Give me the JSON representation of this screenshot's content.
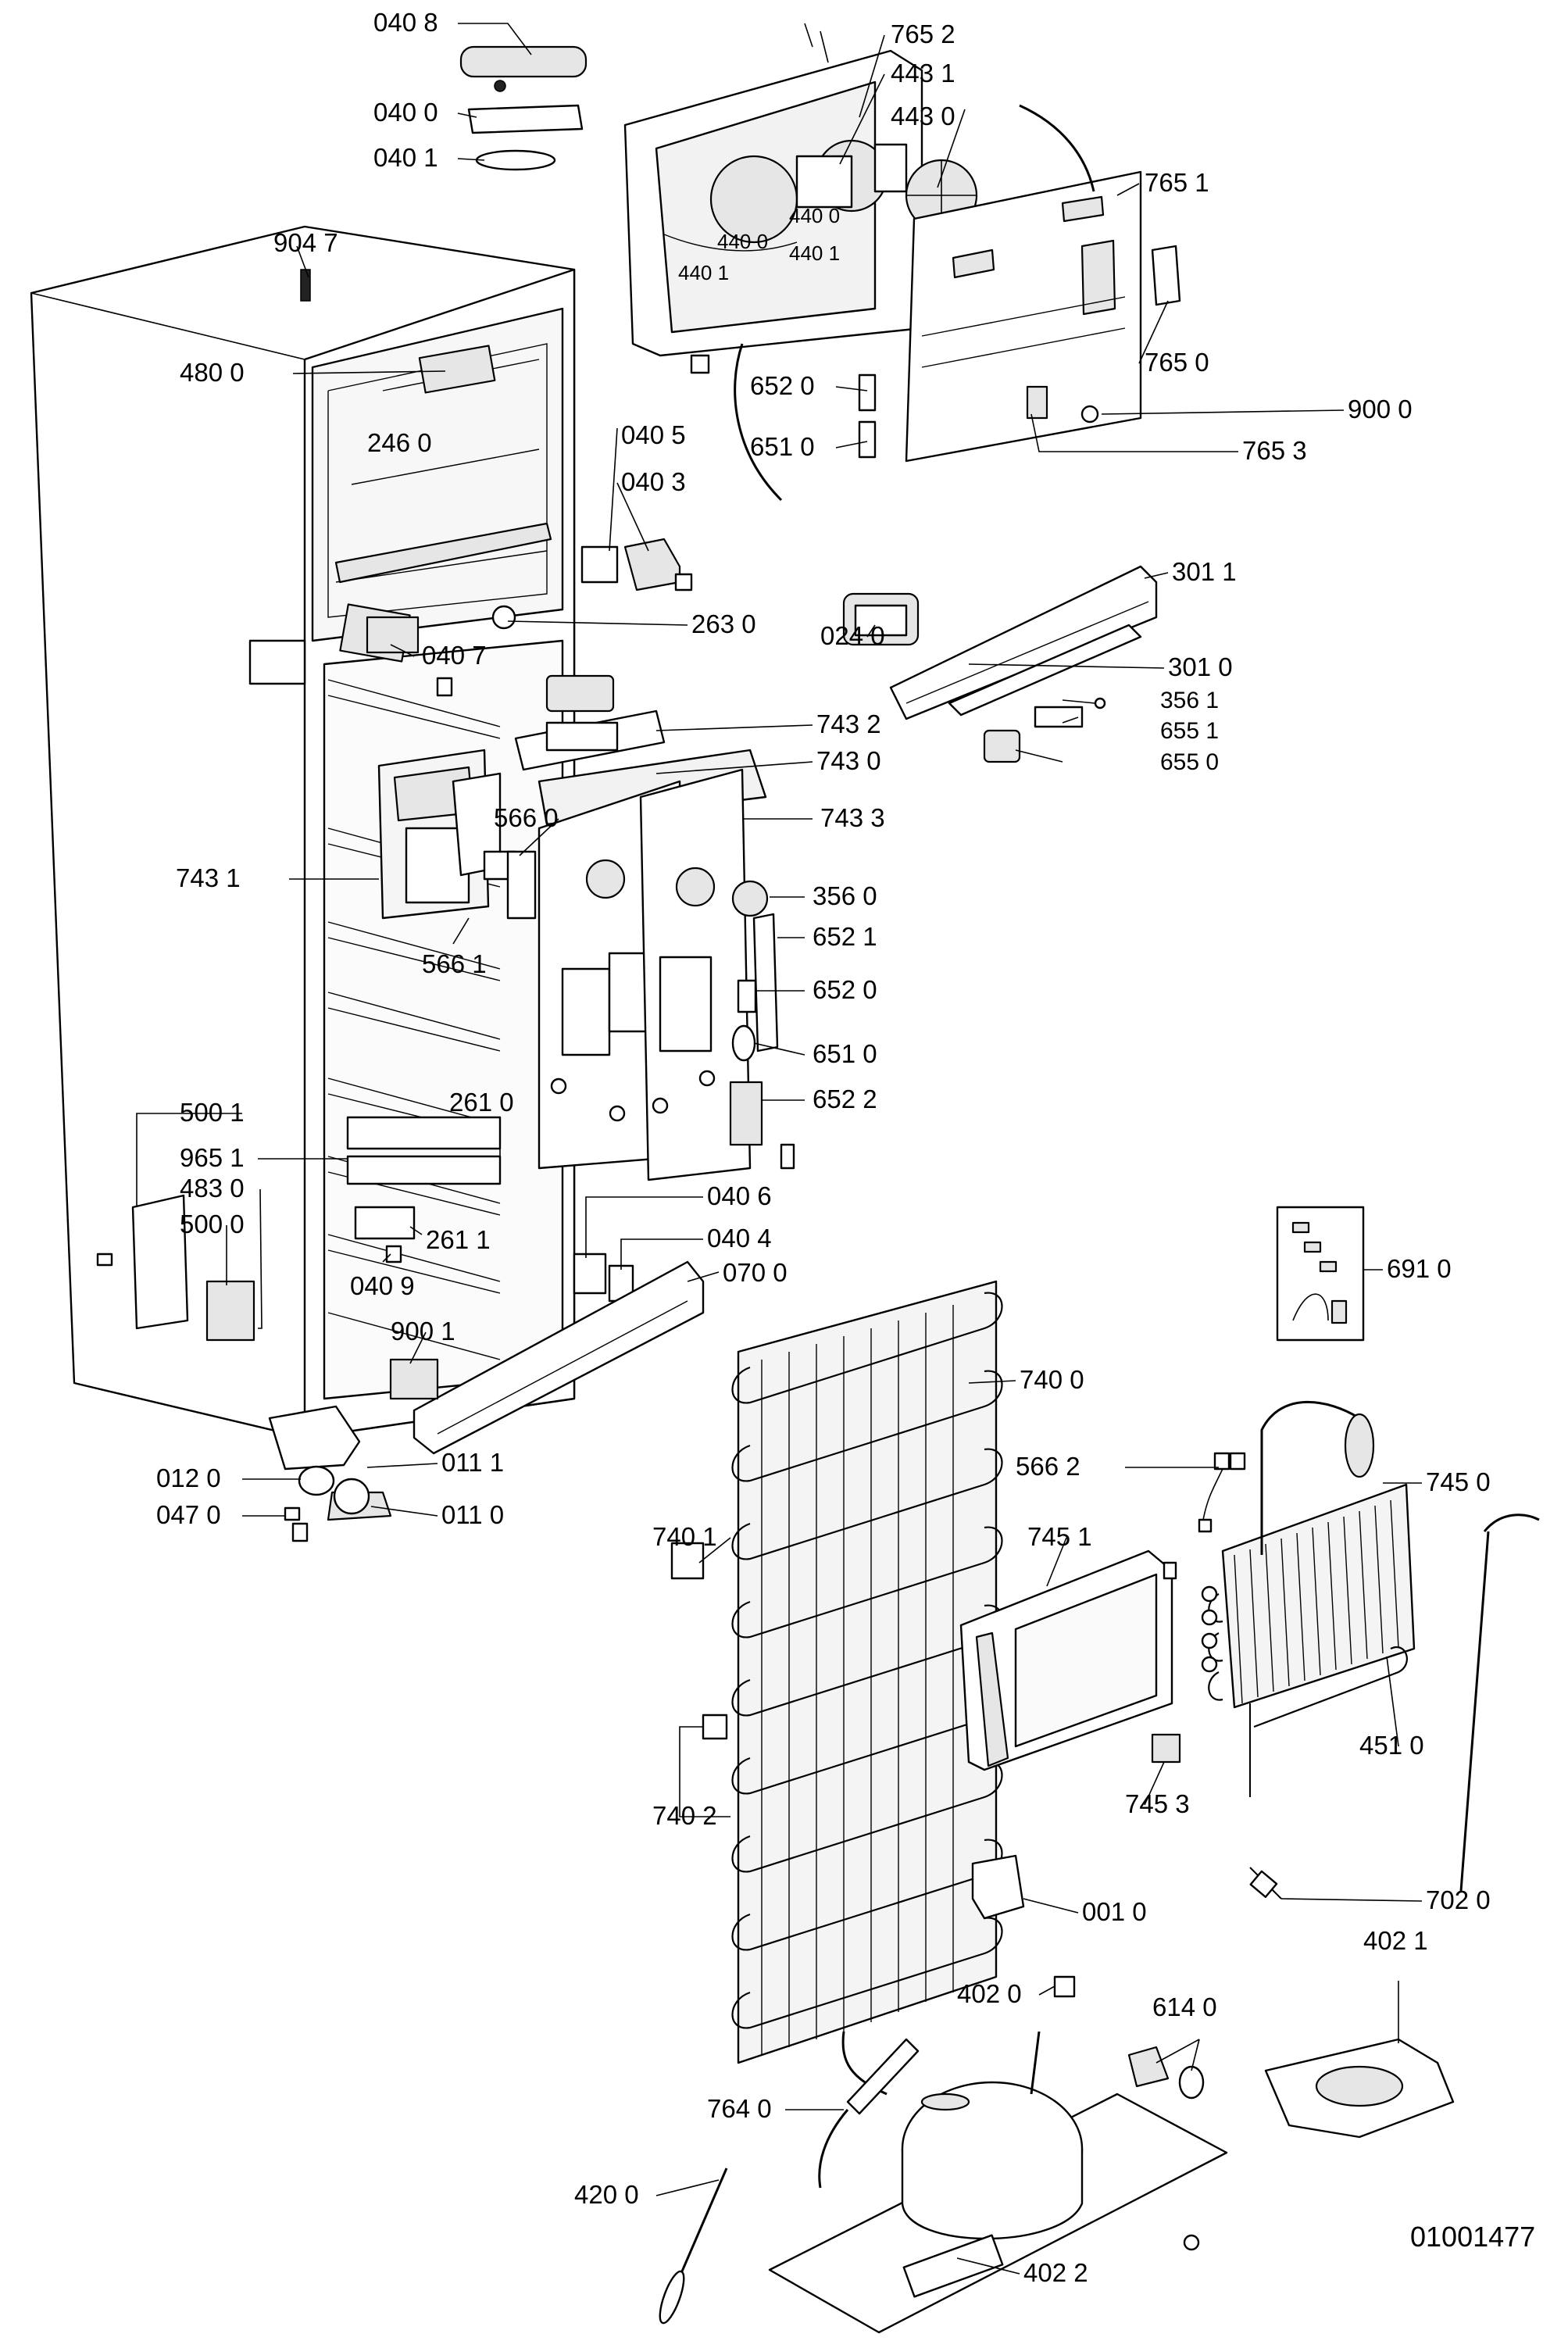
{
  "labels": [
    "040 8",
    "040 0",
    "040 1",
    "765 2",
    "443 1",
    "443 0",
    "440 0",
    "440 1",
    "440 0",
    "440 1",
    "765 1",
    "904 7",
    "765 0",
    "480 0",
    "652 0",
    "900 0",
    "246 0",
    "651 0",
    "765 3",
    "040 5",
    "040 3",
    "263 0",
    "301 1",
    "040 7",
    "024 0",
    "301 0",
    "356 1",
    "743 2",
    "655 1",
    "743 0",
    "655 0",
    "566 0",
    "743 3",
    "743 1",
    "356 0",
    "652 1",
    "566 1",
    "652 0",
    "651 0",
    "652 2",
    "500 1",
    "261 0",
    "965 1",
    "483 0",
    "040 6",
    "500 0",
    "040 4",
    "261 1",
    "040 9",
    "070 0",
    "691 0",
    "900 1",
    "740 0",
    "566 2",
    "745 0",
    "012 0",
    "011 1",
    "740 1",
    "745 1",
    "047 0",
    "011 0",
    "451 0",
    "740 2",
    "745 3",
    "702 0",
    "001 0",
    "402 1",
    "402 0",
    "614 0",
    "764 0",
    "420 0",
    "402 2"
  ],
  "document_number": "01001477"
}
